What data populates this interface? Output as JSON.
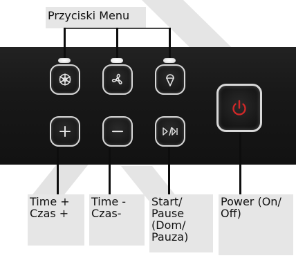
{
  "header": {
    "label": "Przyciski Menu"
  },
  "buttons": {
    "row1": [
      {
        "name": "fan-speed-button",
        "icon": "snowflake-icon"
      },
      {
        "name": "mode-button",
        "icon": "fan-icon"
      },
      {
        "name": "ice-cream-button",
        "icon": "ice-cream-cone-icon"
      }
    ],
    "row2": [
      {
        "name": "time-plus-button",
        "icon": "plus-icon"
      },
      {
        "name": "time-minus-button",
        "icon": "minus-icon"
      },
      {
        "name": "start-pause-button",
        "icon": "play-pause-icon"
      }
    ],
    "power": {
      "name": "power-button",
      "icon": "power-icon",
      "color": "#d02828"
    }
  },
  "callouts": {
    "time_plus": "Time +\nCzas +",
    "time_minus": "Time -\nCzas-",
    "start_pause": "Start/\nPause\n(Dom/\nPauza)",
    "power": "Power (On/\nOff)"
  },
  "colors": {
    "panel": "#161616",
    "button_outline": "#d9d9d9",
    "power_accent": "#d02828",
    "callout_bg": "#e6e6e6"
  }
}
